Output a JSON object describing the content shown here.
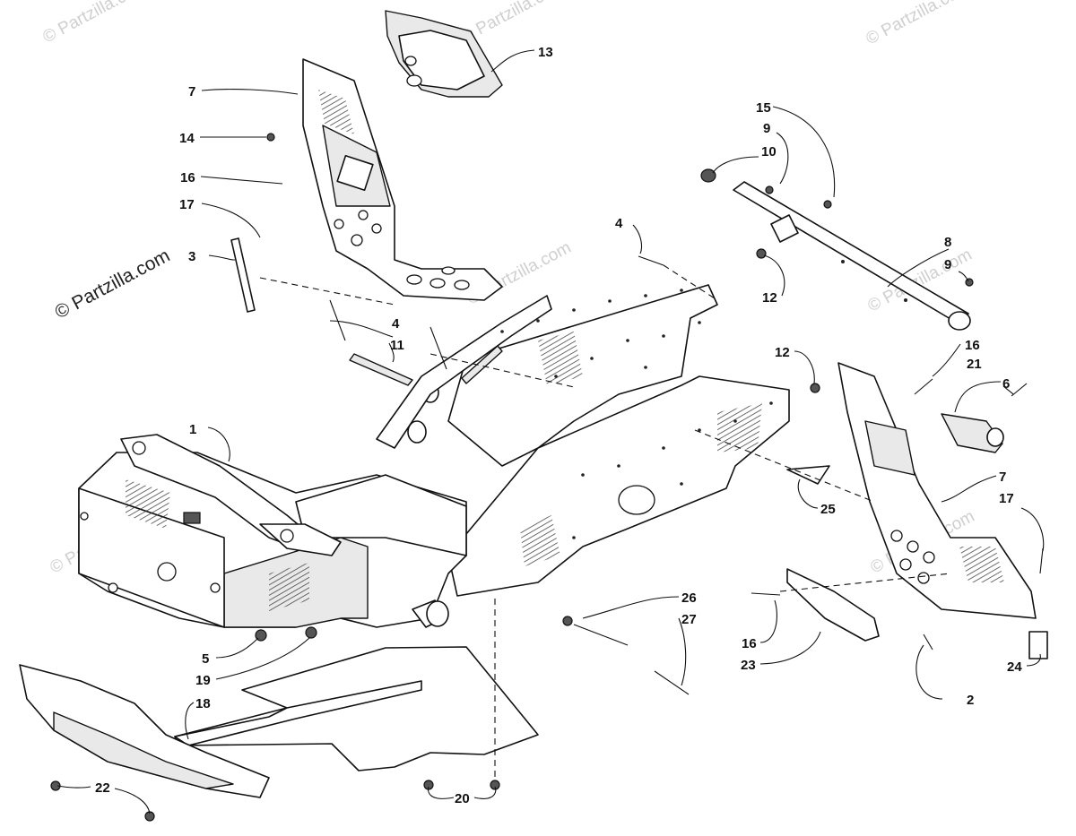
{
  "watermarks": {
    "main": "© Partzilla.com",
    "faint": "© Partzilla.com"
  },
  "callouts": [
    {
      "id": "c1",
      "label": "1"
    },
    {
      "id": "c2",
      "label": "2"
    },
    {
      "id": "c3",
      "label": "3"
    },
    {
      "id": "c4a",
      "label": "4"
    },
    {
      "id": "c4b",
      "label": "4"
    },
    {
      "id": "c5",
      "label": "5"
    },
    {
      "id": "c6",
      "label": "6"
    },
    {
      "id": "c7a",
      "label": "7"
    },
    {
      "id": "c7b",
      "label": "7"
    },
    {
      "id": "c8",
      "label": "8"
    },
    {
      "id": "c9a",
      "label": "9"
    },
    {
      "id": "c9b",
      "label": "9"
    },
    {
      "id": "c10",
      "label": "10"
    },
    {
      "id": "c11",
      "label": "11"
    },
    {
      "id": "c12a",
      "label": "12"
    },
    {
      "id": "c12b",
      "label": "12"
    },
    {
      "id": "c13",
      "label": "13"
    },
    {
      "id": "c14",
      "label": "14"
    },
    {
      "id": "c15",
      "label": "15"
    },
    {
      "id": "c16a",
      "label": "16"
    },
    {
      "id": "c16b",
      "label": "16"
    },
    {
      "id": "c16c",
      "label": "16"
    },
    {
      "id": "c17a",
      "label": "17"
    },
    {
      "id": "c17b",
      "label": "17"
    },
    {
      "id": "c18",
      "label": "18"
    },
    {
      "id": "c19",
      "label": "19"
    },
    {
      "id": "c20",
      "label": "20"
    },
    {
      "id": "c21",
      "label": "21"
    },
    {
      "id": "c22",
      "label": "22"
    },
    {
      "id": "c23",
      "label": "23"
    },
    {
      "id": "c24",
      "label": "24"
    },
    {
      "id": "c25",
      "label": "25"
    },
    {
      "id": "c26",
      "label": "26"
    },
    {
      "id": "c27",
      "label": "27"
    }
  ]
}
